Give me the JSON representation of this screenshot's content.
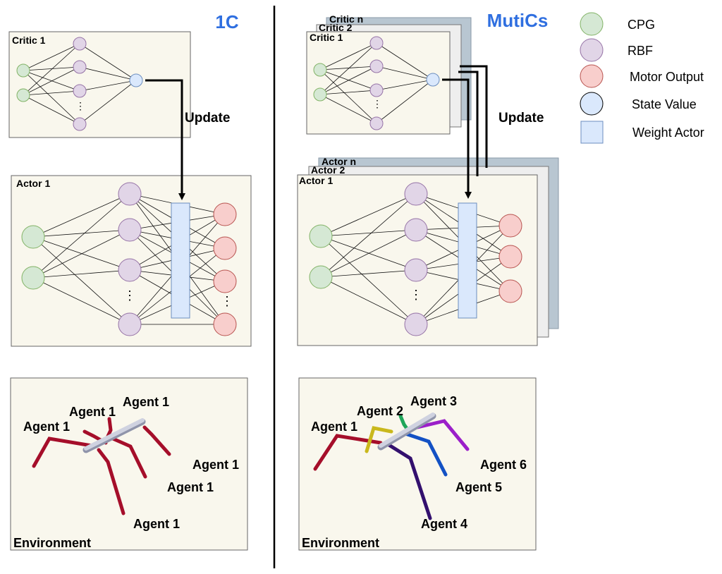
{
  "panels": {
    "left_title": "1C",
    "right_title": "MutiCs",
    "update_label": "Update",
    "env_label": "Environment"
  },
  "left": {
    "critic_label": "Critic 1",
    "actor_label": "Actor 1",
    "agents": [
      "Agent 1",
      "Agent 1",
      "Agent 1",
      "Agent 1",
      "Agent 1",
      "Agent 1"
    ]
  },
  "right": {
    "critic_labels": [
      "Critic n",
      "Critic 2",
      "Critic 1"
    ],
    "actor_labels": [
      "Actor n",
      "Actor 2",
      "Actor 1"
    ],
    "agents": [
      "Agent 1",
      "Agent 2",
      "Agent 3",
      "Agent 6",
      "Agent 5",
      "Agent 4"
    ]
  },
  "legend": [
    {
      "label": "CPG",
      "shape": "circle",
      "fill": "#d5e8d4",
      "stroke": "#82b366"
    },
    {
      "label": "RBF",
      "shape": "circle",
      "fill": "#e1d5e7",
      "stroke": "#9673a6"
    },
    {
      "label": "Motor Output",
      "shape": "circle",
      "fill": "#f8cecc",
      "stroke": "#b85450"
    },
    {
      "label": "State Value",
      "shape": "circle",
      "fill": "#dae8fc",
      "stroke": "#000000"
    },
    {
      "label": "Weight Actor",
      "shape": "rect",
      "fill": "#dae8fc",
      "stroke": "#6c8ebf"
    }
  ],
  "colors": {
    "box_fill": "#f9f7ed",
    "stack_gray": "#b8c6d1",
    "stack_light": "#eeeeee",
    "agent_red": "#a50e2a",
    "agent_yellow": "#c9b81c",
    "agent_green": "#1fa65a",
    "agent_purple": "#9b1fc9",
    "agent_blue": "#1351c4",
    "agent_indigo": "#33106e",
    "body_gray": "#bfc3d4"
  }
}
